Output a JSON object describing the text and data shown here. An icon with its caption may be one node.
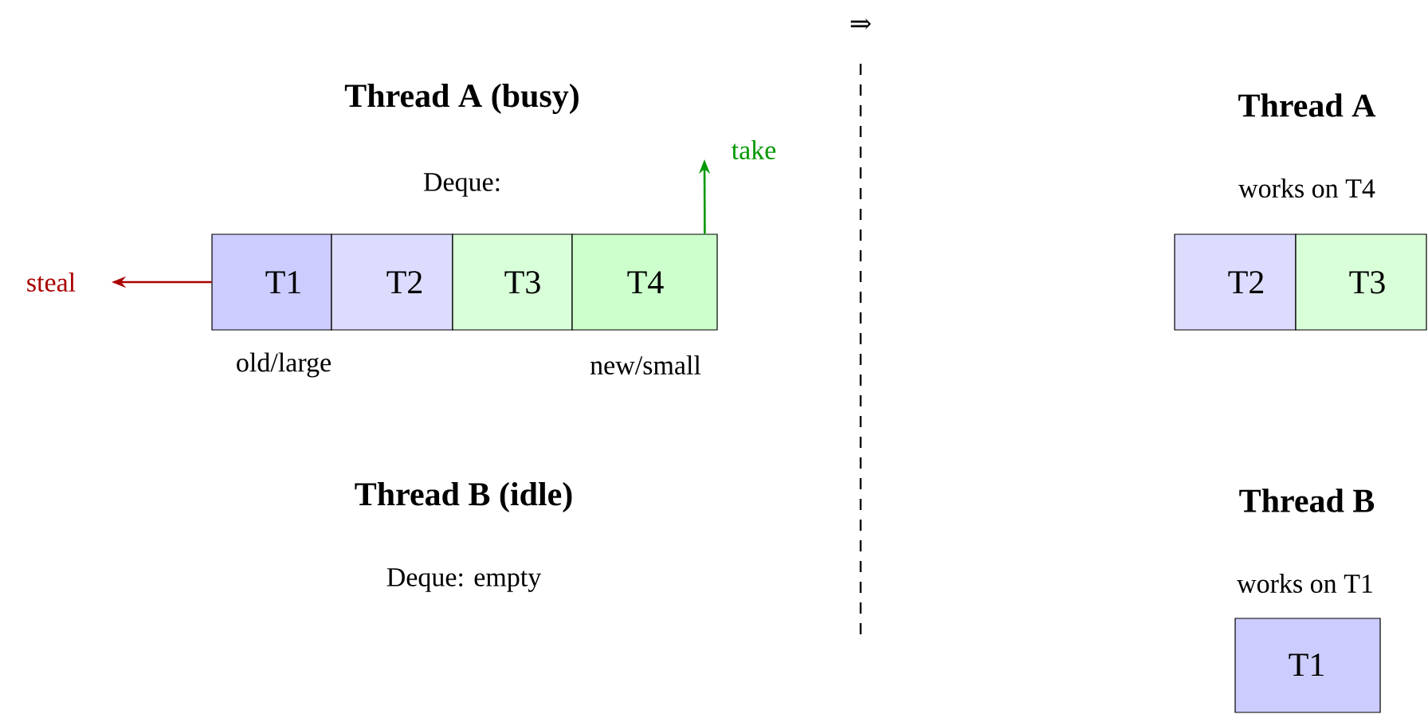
{
  "diagram": {
    "nodes": [
      {
        "text": [
          "T1"
        ]
      },
      {
        "text": [
          "T2"
        ]
      },
      {
        "text": [
          "T3"
        ]
      },
      {
        "text": [
          "T4"
        ]
      },
      {
        "text": [
          "T2"
        ]
      },
      {
        "text": [
          "T3"
        ]
      },
      {
        "text": [
          "T1"
        ]
      }
    ],
    "edges": [
      {
        "from": 0,
        "to": null,
        "arrow": "to",
        "label": "steal",
        "color": "#aa0000"
      },
      {
        "from": 3,
        "to": null,
        "arrow": "to",
        "label": "take",
        "color": "#009900"
      }
    ],
    "labels": [
      "⇒",
      "Thread A (busy)",
      "Deque:",
      "old/large",
      "new/small",
      "Thread B (idle)",
      "Deque: empty",
      "Thread A",
      "works on T4",
      "Thread B",
      "works on T1"
    ]
  }
}
